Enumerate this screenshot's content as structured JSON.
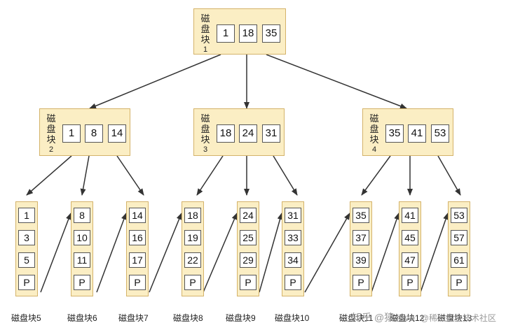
{
  "root": {
    "label": "磁盘块",
    "num": "1",
    "keys": [
      "1",
      "18",
      "35"
    ]
  },
  "internal": [
    {
      "label": "磁盘块",
      "num": "2",
      "keys": [
        "1",
        "8",
        "14"
      ]
    },
    {
      "label": "磁盘块",
      "num": "3",
      "keys": [
        "18",
        "24",
        "31"
      ]
    },
    {
      "label": "磁盘块",
      "num": "4",
      "keys": [
        "35",
        "41",
        "53"
      ]
    }
  ],
  "leaves": [
    {
      "keys": [
        "1",
        "3",
        "5",
        "P"
      ],
      "label": "磁盘块5"
    },
    {
      "keys": [
        "8",
        "10",
        "11",
        "P"
      ],
      "label": "磁盘块6"
    },
    {
      "keys": [
        "14",
        "16",
        "17",
        "P"
      ],
      "label": "磁盘块7"
    },
    {
      "keys": [
        "18",
        "19",
        "22",
        "P"
      ],
      "label": "磁盘块8"
    },
    {
      "keys": [
        "24",
        "25",
        "29",
        "P"
      ],
      "label": "磁盘块9"
    },
    {
      "keys": [
        "31",
        "33",
        "34",
        "P"
      ],
      "label": "磁盘块10"
    },
    {
      "keys": [
        "35",
        "37",
        "39",
        "P"
      ],
      "label": "磁盘块11"
    },
    {
      "keys": [
        "41",
        "45",
        "47",
        "P"
      ],
      "label": "磁盘块12"
    },
    {
      "keys": [
        "53",
        "57",
        "61",
        "P"
      ],
      "label": "磁盘块13"
    }
  ],
  "watermark": {
    "main": "知乎 @猿Java",
    "sub": "@稀土掘金技术社区"
  }
}
